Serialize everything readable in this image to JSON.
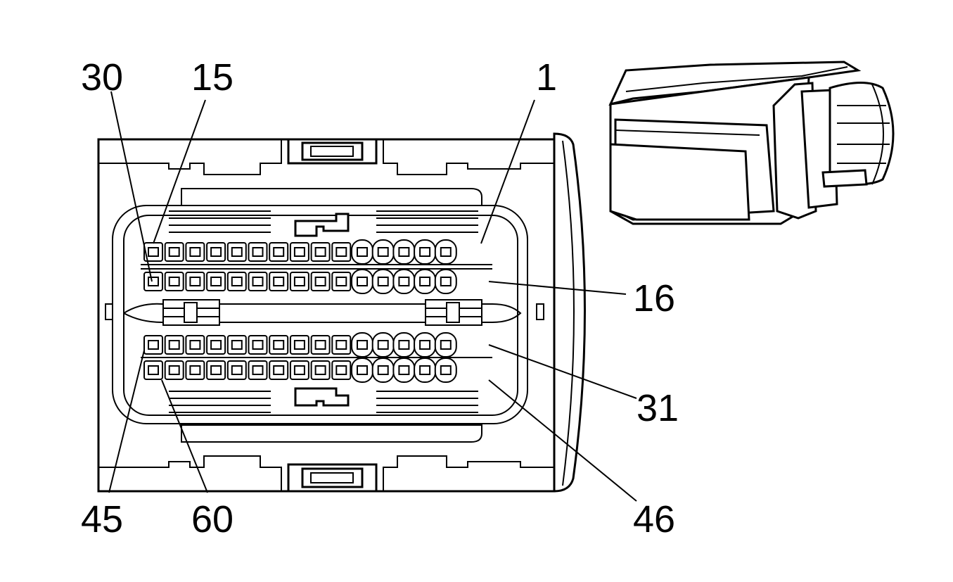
{
  "pin_labels": {
    "p30": "30",
    "p15": "15",
    "p1": "1",
    "p16": "16",
    "p31": "31",
    "p46": "46",
    "p45": "45",
    "p60": "60"
  }
}
